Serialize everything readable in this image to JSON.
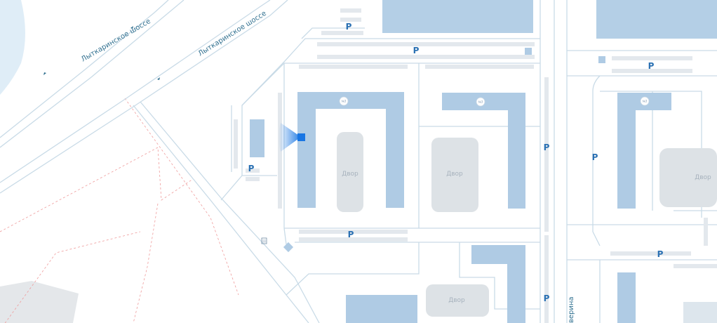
{
  "map": {
    "roads": {
      "highway_upper": "Лыткаринское шоссе",
      "highway_lower": "Лыткаринское шоссе",
      "side_street_partial": "верина"
    },
    "parking_label": "P",
    "yard_label": "Двор",
    "building_number": "№3",
    "colors": {
      "background": "#ffffff",
      "road_outline": "#c9dbe7",
      "building": "#afcbe4",
      "building_large": "#b4cfe6",
      "yard": "#dde2e6",
      "parking_rows": "#e3e8ed",
      "parking_text": "#2b71b3",
      "marker": "#1976e3",
      "road_label": "#2f6f8f"
    },
    "icons": {
      "marker": "location-marker-icon",
      "service": "service-entrance-icon"
    }
  }
}
